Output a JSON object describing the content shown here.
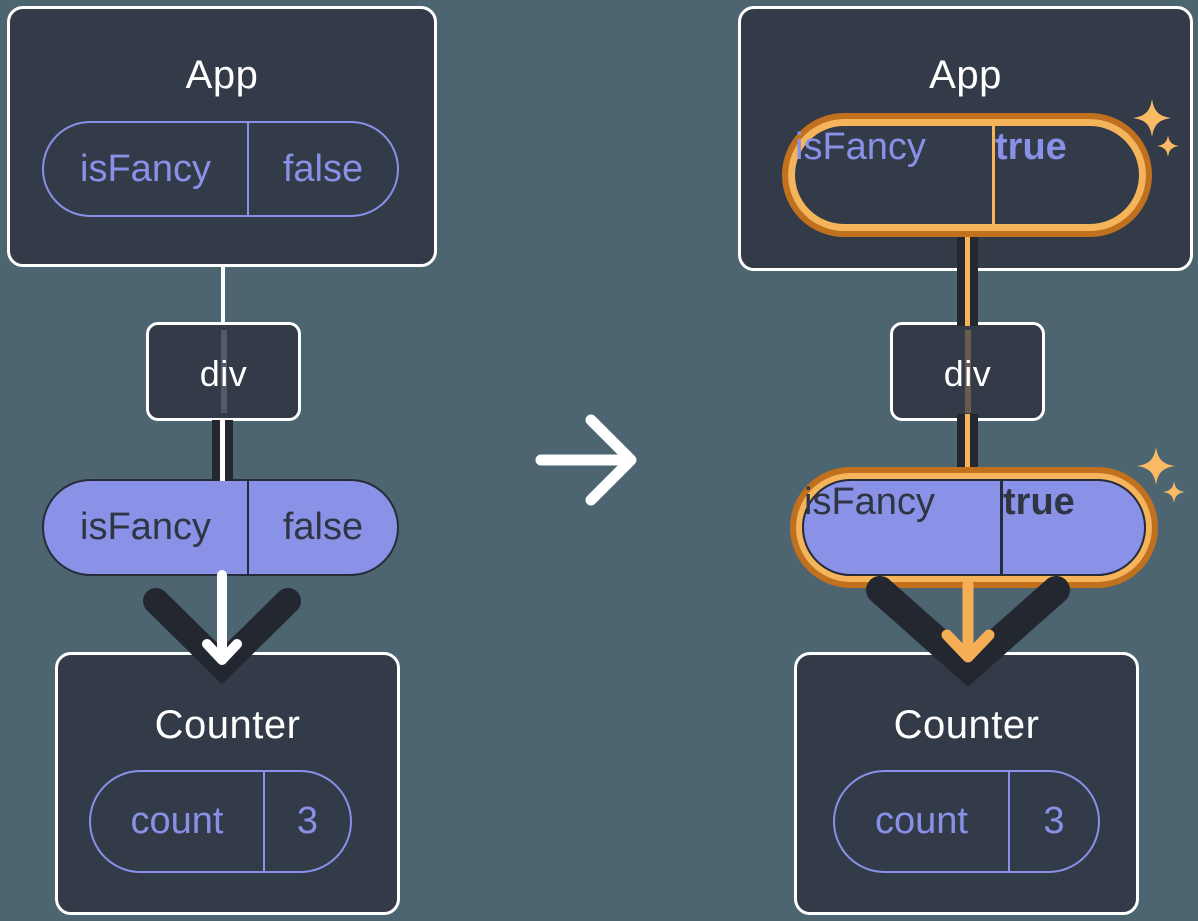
{
  "colors": {
    "background": "#4C6570",
    "box_fill": "#343B48",
    "box_border": "#FFFFFF",
    "purple": "#8890E8",
    "purple_fill": "#8A92E8",
    "dark": "#23272F",
    "dark_text": "#2F3542",
    "orange_dark": "#C1701E",
    "orange_light": "#F6B45A",
    "sparkle": "#F8BB63",
    "arrow_white": "#FFFFFF",
    "arrow_orange": "#F5AE55"
  },
  "icons": {
    "transition": "right-arrow-icon",
    "pass_down": "down-arrow-icon",
    "highlight": "sparkle-icon"
  },
  "left": {
    "app": {
      "title": "App",
      "prop_name": "isFancy",
      "prop_value": "false"
    },
    "div": {
      "label": "div"
    },
    "passed_prop": {
      "name": "isFancy",
      "value": "false"
    },
    "counter": {
      "title": "Counter",
      "state_name": "count",
      "state_value": "3"
    }
  },
  "right": {
    "app": {
      "title": "App",
      "prop_name": "isFancy",
      "prop_value": "true"
    },
    "div": {
      "label": "div"
    },
    "passed_prop": {
      "name": "isFancy",
      "value": "true"
    },
    "counter": {
      "title": "Counter",
      "state_name": "count",
      "state_value": "3"
    }
  }
}
